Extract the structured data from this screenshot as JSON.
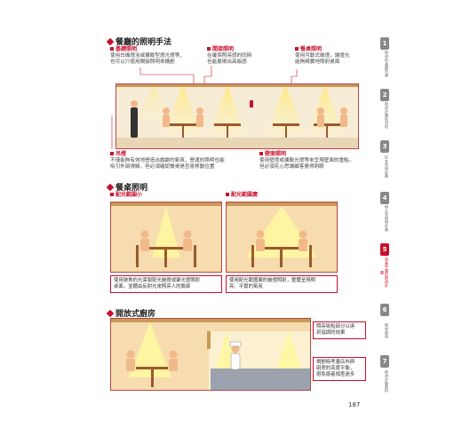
{
  "section1": {
    "title": "餐廳的照明手法",
    "labels": [
      {
        "name": "基礎照明",
        "desc": [
          "使用白熾燈泡或擴散型燈光燈等，",
          "也可以只使用間接照明來構劃"
        ]
      },
      {
        "name": "間接照明",
        "desc": [
          "在確保照亮感的同時",
          "也能展現出高級感"
        ]
      },
      {
        "name": "餐桌照明",
        "desc": [
          "使用可動式嵌燈，讓燈光",
          "能夠精實地照射桌面"
        ]
      },
      {
        "name": "吊燈",
        "desc": [
          "不僅能夠有效地營造出戲劇的氣氛，營運的照明也能",
          "吸引外部視線，但必須確認餐桌是否會移動位置"
        ]
      },
      {
        "name": "壁面照明",
        "desc": [
          "使用壁燈或擴散光燈等來呈現壁面的重點，",
          "但必須花心思讓顧客覺得刺眼"
        ]
      }
    ]
  },
  "section2": {
    "title": "餐桌照明",
    "left_label": "配光範圍小",
    "right_label": "配光範圍廣",
    "left_note": [
      "使用狹角的光束製配光嵌燈或聚光燈照射",
      "桌面，並藉由反射光來照亮人的臉部"
    ],
    "right_note": [
      "使用配光範圍廣的嵌燈照射，整體呈現明",
      "亮、平實的氣氛"
    ]
  },
  "section3": {
    "title": "開放式廚房",
    "note1": [
      "照亮吸點部分以達",
      "到協調的效果"
    ],
    "note2": [
      "規劃時考量店內與",
      "廚房的亮度平衡，",
      "避免兩者相差過多"
    ]
  },
  "tabs": [
    {
      "num": "1",
      "color": "#888888",
      "text": "照明的基礎知識"
    },
    {
      "num": "2",
      "color": "#888888",
      "text": "照明計畫的流程"
    },
    {
      "num": "3",
      "color": "#888888",
      "text": "住宅照明計畫"
    },
    {
      "num": "4",
      "color": "#888888",
      "text": "辦公室照明計畫"
    },
    {
      "num": "5",
      "color": "#c8102e",
      "text": "商業空間的照明計畫"
    },
    {
      "num": "6",
      "color": "#888888",
      "text": "照明器具"
    },
    {
      "num": "7",
      "color": "#888888",
      "text": "照明計算資料"
    }
  ],
  "page_number": "187",
  "colors": {
    "accent": "#c8102e",
    "wall": "#f6dcae",
    "wood": "#9b5a2a",
    "skin": "#f1b98a",
    "light": "#fff6a0"
  }
}
